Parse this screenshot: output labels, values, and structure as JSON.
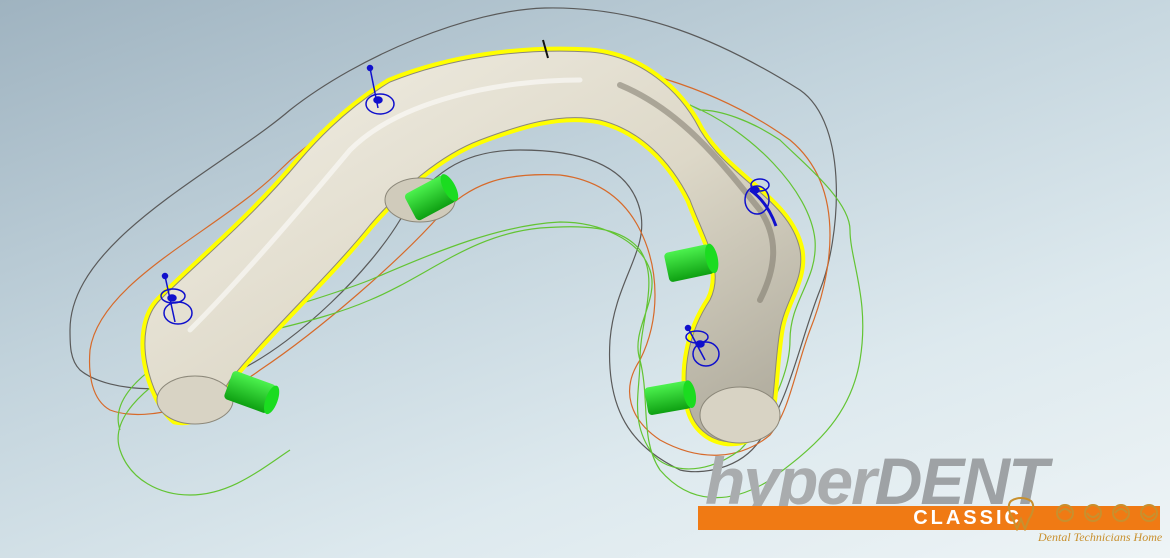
{
  "viewport": {
    "background": [
      "#9fb3c0",
      "#eef4f6"
    ]
  },
  "model": {
    "bar_color": "#e6e1d3",
    "outline_color": "#ffff00",
    "connector_color": "#16d11a",
    "handle_color": "#1010cc",
    "contours": {
      "gray": "#5a5a5a",
      "orange": "#d76a2a",
      "green": "#63c433"
    }
  },
  "logo": {
    "word_prefix": "hyper",
    "word_suffix": "DENT",
    "edition": "CLASSIC",
    "bar_color": "#f07a14"
  },
  "watermark": {
    "text": "Dental Technicians Home",
    "color": "#c8902e"
  }
}
